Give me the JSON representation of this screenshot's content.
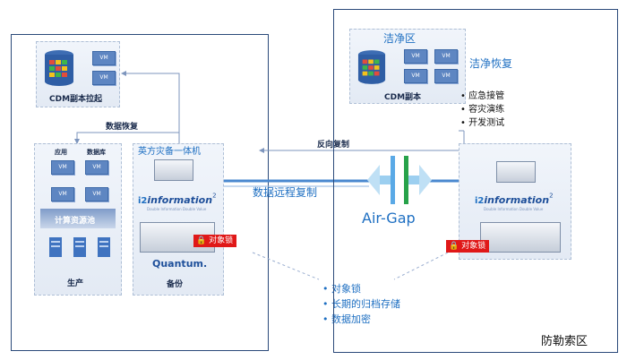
{
  "left": {
    "cdm_caption": "CDM副本拉起",
    "data_recovery": "数据恢复",
    "production_caption": "生产",
    "app_label": "应用",
    "db_label": "数据库",
    "compute_pool": "计算资源池",
    "appliance_title": "英方灾备一体机",
    "backup_caption": "备份",
    "quantum": "Quantum.",
    "lock_tag": "对象锁"
  },
  "right": {
    "clean_zone": "洁净区",
    "clean_recovery": "洁净恢复",
    "cdm_copy": "CDM副本",
    "bullets": [
      "应急接管",
      "容灾演练",
      "开发测试"
    ],
    "lock_tag": "对象锁",
    "zone_name": "防勒索区"
  },
  "middle": {
    "reverse_copy": "反向复制",
    "remote_copy": "数据远程复制",
    "airgap": "Air-Gap",
    "features": [
      "对象锁",
      "长期的归档存储",
      "数据加密"
    ]
  },
  "vm_label": "VM",
  "brand": {
    "i2_mark": "i2",
    "name": "information",
    "sup": "2",
    "tagline": "Double Information Double Value"
  },
  "colors": {
    "frame": "#2b4a7a",
    "accent": "#1e6fc2",
    "lock": "#e01818",
    "airgap": "#5aa9e6",
    "green": "#27a24a"
  }
}
